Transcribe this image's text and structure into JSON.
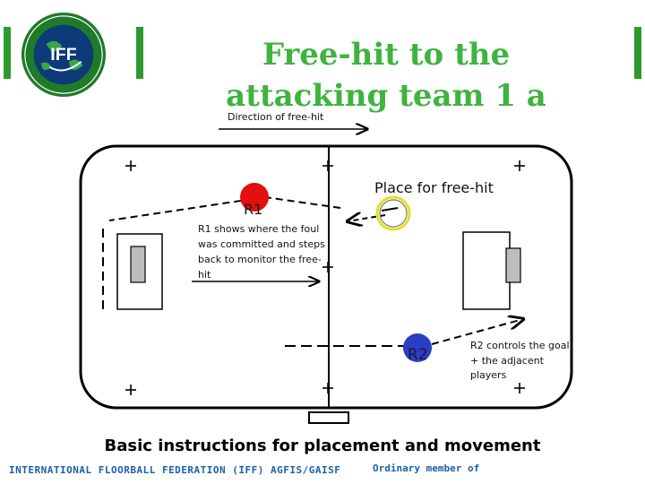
{
  "title": "Free-hit to the attacking team 1 a",
  "logo": {
    "text": "IFF"
  },
  "diagram": {
    "direction_label": "Direction of free-hit",
    "place_label": "Place for free-hit",
    "r1_label": "R1",
    "r2_label": "R2",
    "r1_text": "R1 shows where the foul was committed and steps back to monitor the free-hit",
    "r2_text": "R2 controls the goal + the adjacent players",
    "colors": {
      "r1": "#e21010",
      "r2": "#2a3fc2",
      "ball_ring": "#e6e020"
    }
  },
  "caption": "Basic instructions for placement and movement",
  "footer": {
    "left": "INTERNATIONAL FLOORBALL FEDERATION (IFF) AGFIS/GAISF",
    "right": "Ordinary member of"
  }
}
